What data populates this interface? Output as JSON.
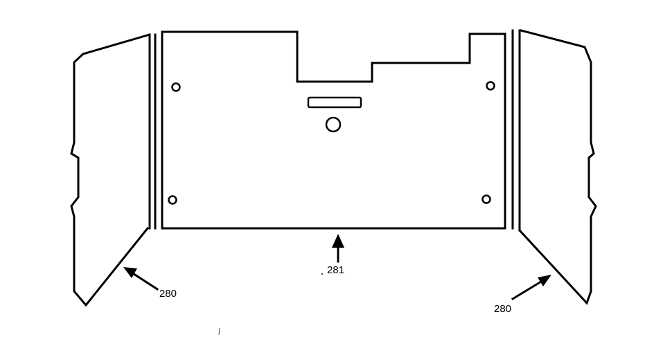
{
  "diagram": {
    "labels": {
      "left_panel": "280",
      "center_panel": "281",
      "right_panel": "280"
    }
  }
}
